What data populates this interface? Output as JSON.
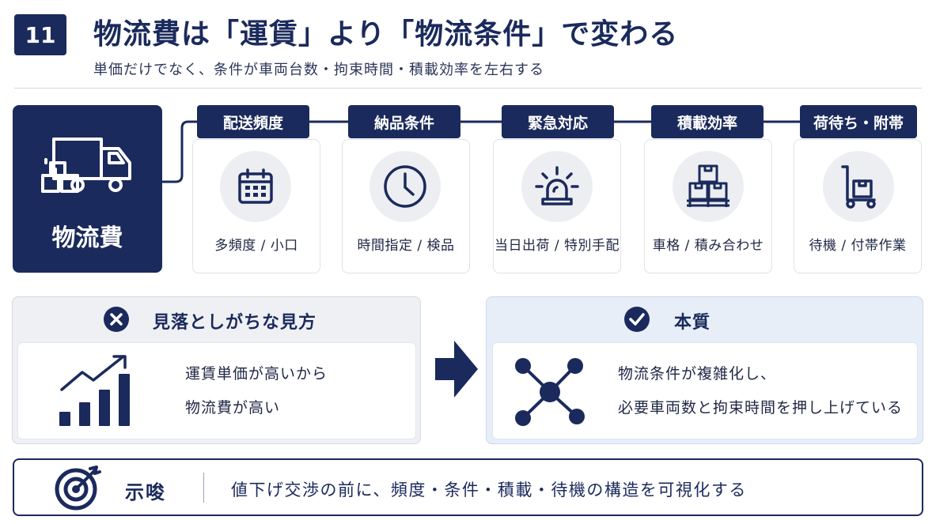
{
  "header": {
    "number": "11",
    "title": "物流費は「運賃」より「物流条件」で変わる",
    "subtitle": "単価だけでなく、条件が車両台数・拘束時間・積載効率を左右する"
  },
  "main": {
    "label": "物流費",
    "icon": "truck-boxes-icon"
  },
  "factors": [
    {
      "tag": "配送頻度",
      "text": "多頻度 / 小口",
      "icon": "calendar-icon"
    },
    {
      "tag": "納品条件",
      "text": "時間指定 / 検品",
      "icon": "clock-icon"
    },
    {
      "tag": "緊急対応",
      "text": "当日出荷 / 特別手配",
      "icon": "alarm-light-icon"
    },
    {
      "tag": "積載効率",
      "text": "車格 / 積み合わせ",
      "icon": "pallet-boxes-icon"
    },
    {
      "tag": "荷待ち・附帯",
      "text": "待機 / 付帯作業",
      "icon": "hand-cart-icon"
    }
  ],
  "misconception": {
    "title": "見落としがちな見方",
    "line1": "運賃単価が高いから",
    "line2": "物流費が高い",
    "icon": "x-circle-icon"
  },
  "essence": {
    "title": "本質",
    "line1": "物流条件が複雑化し、",
    "line2": "必要車両数と拘束時間を押し上げている",
    "icon": "check-circle-icon"
  },
  "footer": {
    "label": "示唆",
    "text": "値下げ交渉の前に、頻度・条件・積載・待機の構造を可視化する",
    "icon": "target-icon"
  },
  "colors": {
    "navy": "#1b2a5c",
    "light_bg": "#eef0f4",
    "light_blue_bg": "#e8eef8"
  }
}
